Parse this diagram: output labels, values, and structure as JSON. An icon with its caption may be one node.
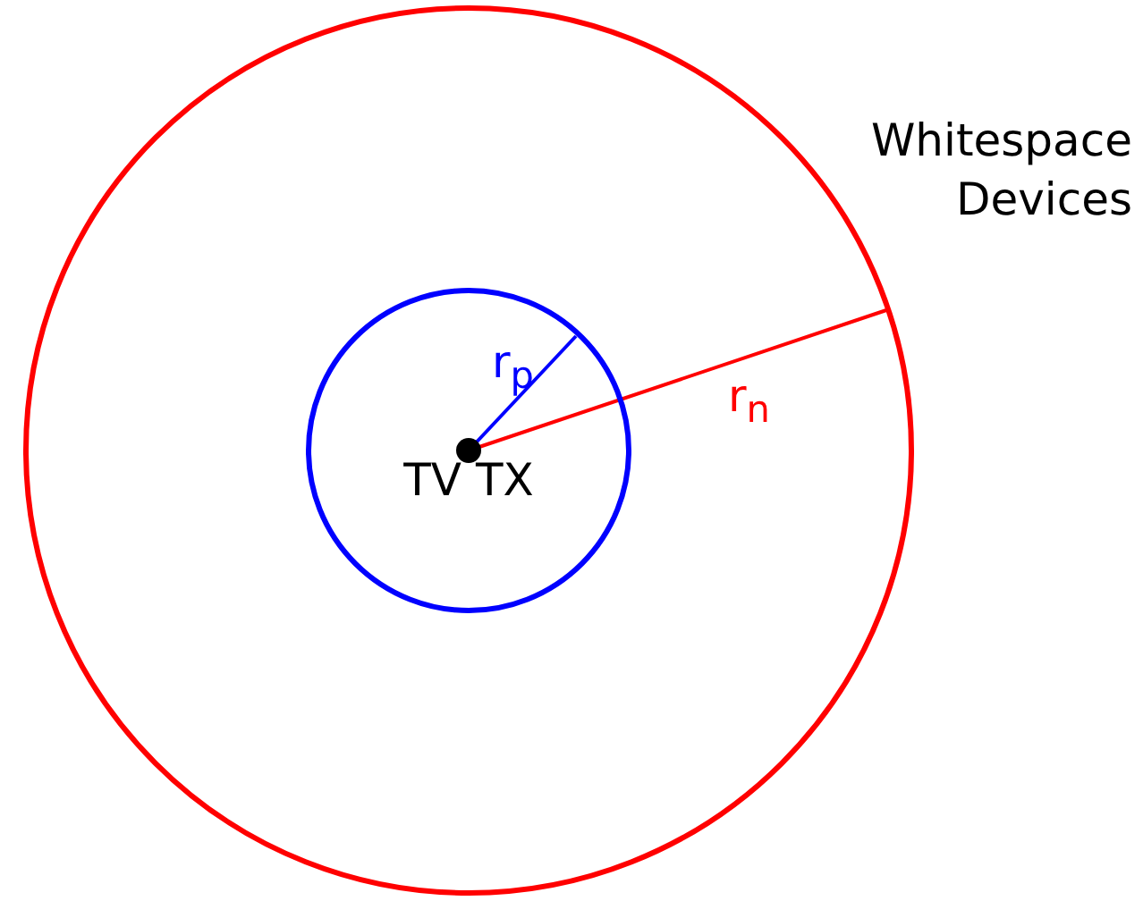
{
  "diagram": {
    "nodes": [
      {
        "text": [
          "Whitespace Devices"
        ]
      },
      {
        "text": [],
        "shape": "circle",
        "in": 0
      },
      {
        "text": [
          "TV TX"
        ],
        "in": 1
      }
    ],
    "labels": [
      "r$_{p}$",
      "r$_{n}$"
    ]
  }
}
